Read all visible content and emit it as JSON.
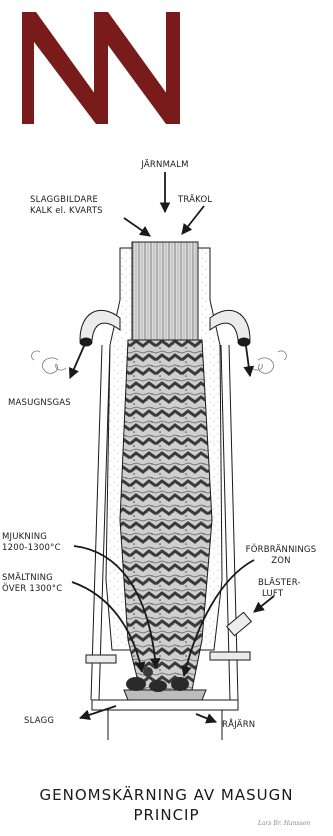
{
  "logo": {
    "name": "nn-logo",
    "color": "#7a1b1b"
  },
  "diagram": {
    "labels": {
      "jarnmalm": "JÄRNMALM",
      "slaggbildare_1": "SLAGGBILDARE",
      "slaggbildare_2": "KALK el. KVARTS",
      "trakol": "TRÄKOL",
      "masugnsgas": "MASUGNSGAS",
      "mjukning_1": "MJUKNING",
      "mjukning_2": "1200-1300°C",
      "smaltning_1": "SMÄLTNING",
      "smaltning_2": "ÖVER 1300°C",
      "forbrannings_1": "FÖRBRÄNNINGS",
      "forbrannings_2": "ZON",
      "blasterluft_1": "BLÄSTER-",
      "blasterluft_2": "LUFT",
      "slagg": "SLAGG",
      "rajarn": "RÅJÄRN"
    }
  },
  "caption": {
    "line1": "GENOMSKÄRNING AV MASUGN",
    "line2": "PRINCIP"
  },
  "signature": "Lars Br. Hansson"
}
